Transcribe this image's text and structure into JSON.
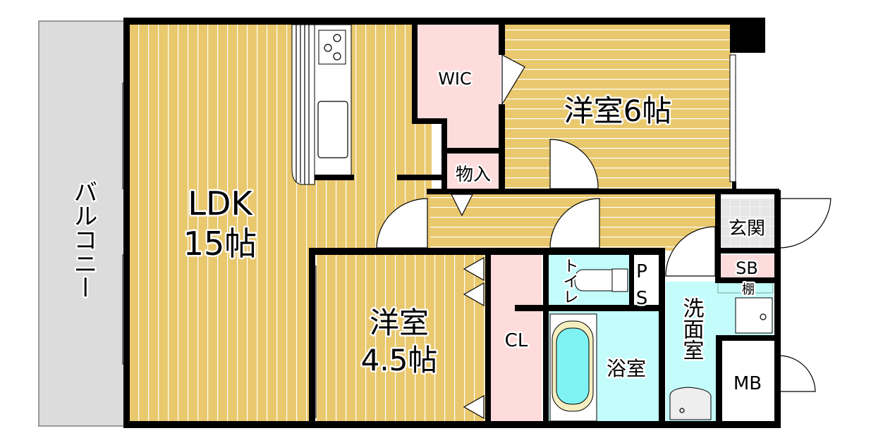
{
  "rooms": {
    "balcony": "バルコニー",
    "ldk": "LDK",
    "ldk_size": "15帖",
    "wic": "WIC",
    "storage": "物入",
    "western6": "洋室6帖",
    "western45": "洋室",
    "western45_size": "4.5帖",
    "closet": "CL",
    "toilet": "トイレ",
    "ps_p": "P",
    "ps_s": "S",
    "bath": "浴室",
    "washroom": "洗面室",
    "entrance": "玄関",
    "shoebox": "SB",
    "shelf": "棚",
    "meterbox": "MB"
  },
  "colors": {
    "wood_floor": "#E9C86E",
    "closet_pink": "#FFDCDC",
    "wet_area_cyan": "#C4FCFC",
    "balcony_gray": "#DCDCDC",
    "wall": "#000000"
  }
}
